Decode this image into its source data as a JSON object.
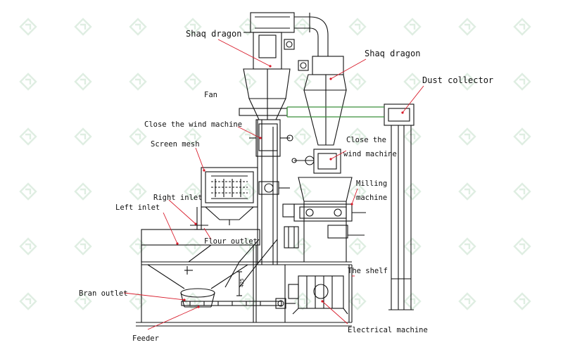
{
  "colors": {
    "line": "#111111",
    "leader": "#d81b2a",
    "duct": "#3a8f3a",
    "watermark": "#dfeee2",
    "background": "#ffffff"
  },
  "watermark_icon": "diamond-logo-icon",
  "dimension_mark": "425",
  "labels": {
    "shaq_dragon_1": "Shaq dragon",
    "shaq_dragon_2": "Shaq dragon",
    "dust_collector": "Dust collector",
    "fan": "Fan",
    "close_wind_machine_1": "Close the wind machine",
    "close_wind_machine_2_line1": "Close the",
    "close_wind_machine_2_line2": "wind machine",
    "screen_mesh": "Screen mesh",
    "milling_machine_line1": "Milling",
    "milling_machine_line2": "machine",
    "right_inlet": "Right inlet",
    "left_inlet": "Left inlet",
    "flour_outlet": "Flour outlet",
    "the_shelf": "The shelf",
    "bran_outlet": "Bran outlet",
    "electrical_machine": "Electrical machine",
    "feeder": "Feeder"
  }
}
